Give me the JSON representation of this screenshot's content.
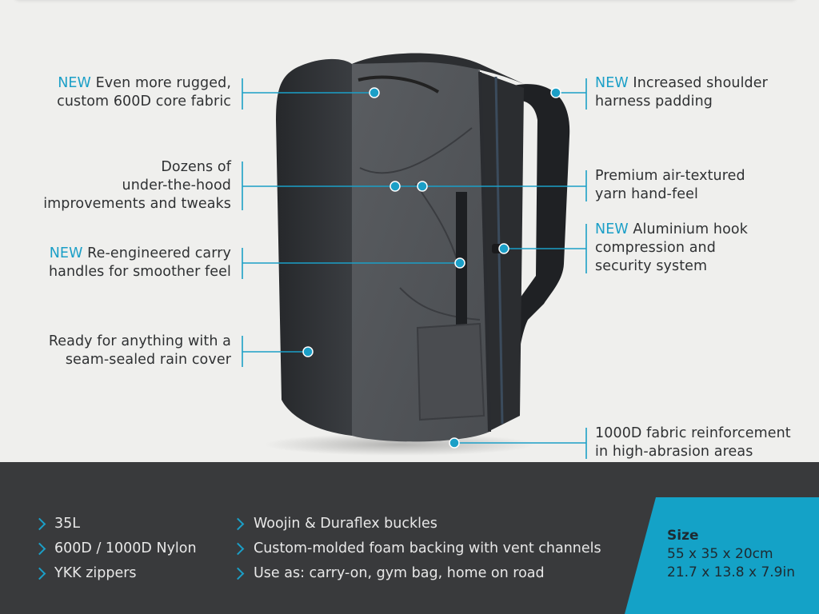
{
  "annotations_left": [
    {
      "new": "NEW",
      "line1_rest": " Even more rugged,",
      "line2": "custom 600D core fabric"
    },
    {
      "line1": "Dozens of",
      "line2": "under-the-hood",
      "line3": "improvements and tweaks"
    },
    {
      "new": "NEW",
      "line1_rest": " Re-engineered carry",
      "line2": "handles for smoother feel"
    },
    {
      "line1": "Ready for anything with a",
      "line2": "seam-sealed rain cover"
    }
  ],
  "annotations_right": [
    {
      "new": "NEW",
      "line1_rest": " Increased shoulder",
      "line2": "harness padding"
    },
    {
      "line1": "Premium air-textured",
      "line2": "yarn hand-feel"
    },
    {
      "new": "NEW",
      "line1_rest": " Aluminium hook",
      "line2": "compression and",
      "line3": "security system"
    },
    {
      "line1": "1000D fabric reinforcement",
      "line2": "in high-abrasion areas"
    }
  ],
  "specs": {
    "column1": [
      "35L",
      "600D / 1000D Nylon",
      "YKK zippers"
    ],
    "column2": [
      "Woojin & Duraflex buckles",
      "Custom-molded foam backing with vent channels",
      "Use as: carry-on, gym bag, home on road"
    ]
  },
  "size": {
    "title": "Size",
    "metric": "55 x 35 x 20cm",
    "imperial": "21.7 x 13.8 x 7.9in"
  },
  "colors": {
    "accent": "#1b9fc7",
    "panel": "#393a3c",
    "background": "#efefed",
    "size_panel": "#14a2c7"
  }
}
